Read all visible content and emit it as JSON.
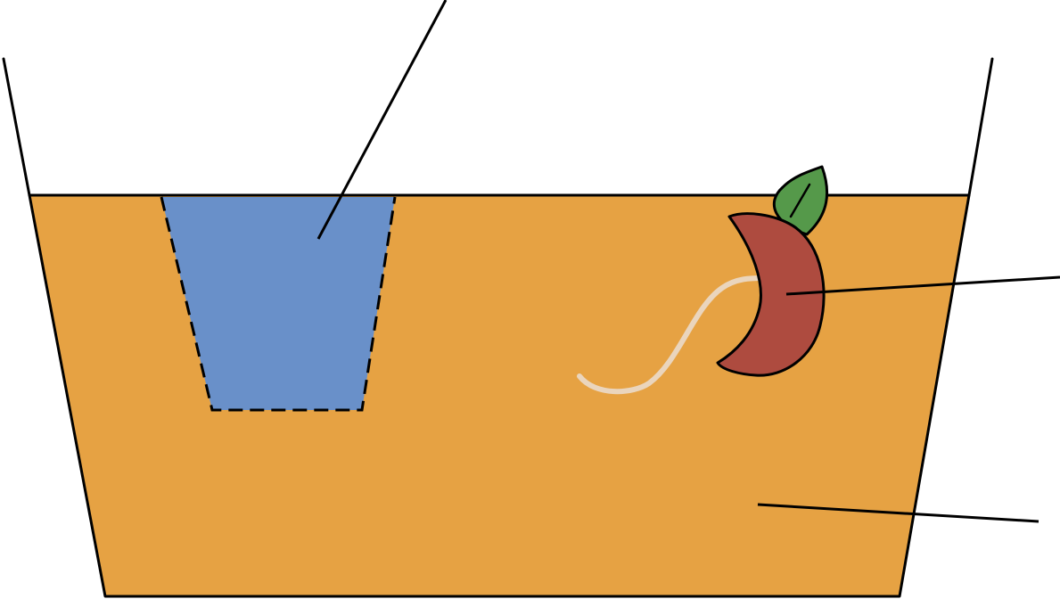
{
  "diagram": {
    "colors": {
      "background": "#ffffff",
      "outline": "#000000",
      "soil": "#e6a243",
      "water_region": "#6990c9",
      "seed": "#ae4b3f",
      "leaf": "#55994a",
      "root": "#ead5bd"
    },
    "parts": [
      {
        "id": "container",
        "kind": "container-outline",
        "label": ""
      },
      {
        "id": "soil",
        "kind": "soil-fill",
        "label": ""
      },
      {
        "id": "water",
        "kind": "water-region",
        "label": ""
      },
      {
        "id": "seed",
        "kind": "germinating-seed",
        "label": ""
      },
      {
        "id": "leaf",
        "kind": "seedling-leaf",
        "label": ""
      },
      {
        "id": "root",
        "kind": "root",
        "label": ""
      }
    ],
    "leader_lines": [
      {
        "target": "water",
        "label": ""
      },
      {
        "target": "seed",
        "label": ""
      },
      {
        "target": "soil",
        "label": ""
      }
    ]
  }
}
